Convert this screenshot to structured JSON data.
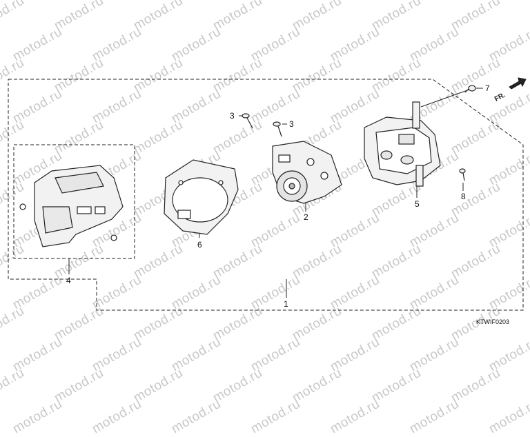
{
  "watermark": "motod.ru",
  "direction_label": "FR.",
  "diagram_code": "KTWIF0203",
  "callouts": {
    "p1": "1",
    "p2": "2",
    "p3a": "3",
    "p3b": "3",
    "p4": "4",
    "p5": "5",
    "p6": "6",
    "p7": "7",
    "p8": "8"
  },
  "colors": {
    "line": "#222222",
    "watermark": "#c8c8c8",
    "background": "#ffffff"
  }
}
